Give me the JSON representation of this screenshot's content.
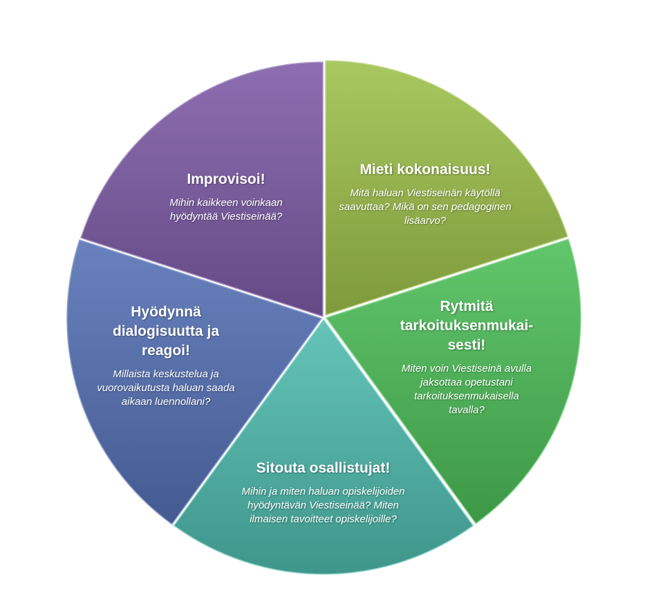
{
  "segments": [
    {
      "title": "Mieti kokonaisuus!",
      "text": "Mitä haluan Viestiseinän käytöllä saavuttaa? Mikä on sen pedagoginen lisäarvo?",
      "color": "#9dc04a"
    },
    {
      "title": "Rytmitä tarkoituksenmukai-sesti!",
      "text": "Miten voin Viestiseinä avulla jaksottaa opetustani tarkoituksenmukaisella tavalla?",
      "color": "#4cbe58"
    },
    {
      "title": "Sitouta osallistujat!",
      "text": "Mihin ja miten haluan opiskelijoiden hyödyntävän Viestiseinää? Miten ilmaisen tavoitteet opiskelijoille?",
      "color": "#4fbcae"
    },
    {
      "title": "Hyödynnä dialogisuutta ja reagoi!",
      "text": "Millaista keskustelua ja vuorovaikutusta haluan saada aikaan luennollani?",
      "color": "#5571b5"
    },
    {
      "title": "Improvisoi!",
      "text": "Mihin kaikkeen voinkaan hyödyntää Viestiseinää?",
      "color": "#7d5ba6"
    }
  ]
}
